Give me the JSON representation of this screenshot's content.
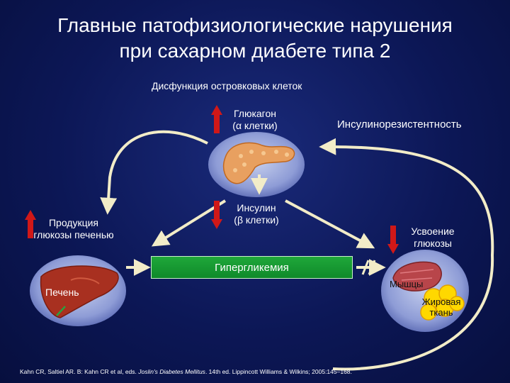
{
  "title": {
    "line1": "Главные патофизиологические нарушения",
    "line2": "при сахарном диабете типа 2"
  },
  "diagram": {
    "islet_dysfunction": "Дисфункция островковых клеток",
    "glucagon": {
      "line1": "Глюкагон",
      "line2": "(α клетки)"
    },
    "insulin": {
      "line1": "Инсулин",
      "line2": "(β клетки)"
    },
    "insulin_resistance": "Инсулинорезистентность",
    "liver_production": {
      "line1": "Продукция",
      "line2": "глюкозы печенью"
    },
    "liver": "Печень",
    "hyperglycemia": "Гипергликемия",
    "glucose_uptake": {
      "line1": "Усвоение",
      "line2": "глюкозы"
    },
    "muscle": "Мышцы",
    "fat": {
      "line1": "Жировая",
      "line2": "ткань"
    }
  },
  "citation": {
    "prefix": "Kahn CR, Saltiel AR. В: Kahn CR et al, eds. ",
    "journal": "Joslin's Diabetes Mellitus",
    "suffix": ". 14th ed. Lippincott Williams & Wilkins; 2005:145–168."
  },
  "colors": {
    "background": "#0c1756",
    "arrow_up": "#d01818",
    "arrow_down": "#d01818",
    "flow_arrow": "#f2ecc8",
    "hyperglycemia_box": "#1fa83a"
  }
}
